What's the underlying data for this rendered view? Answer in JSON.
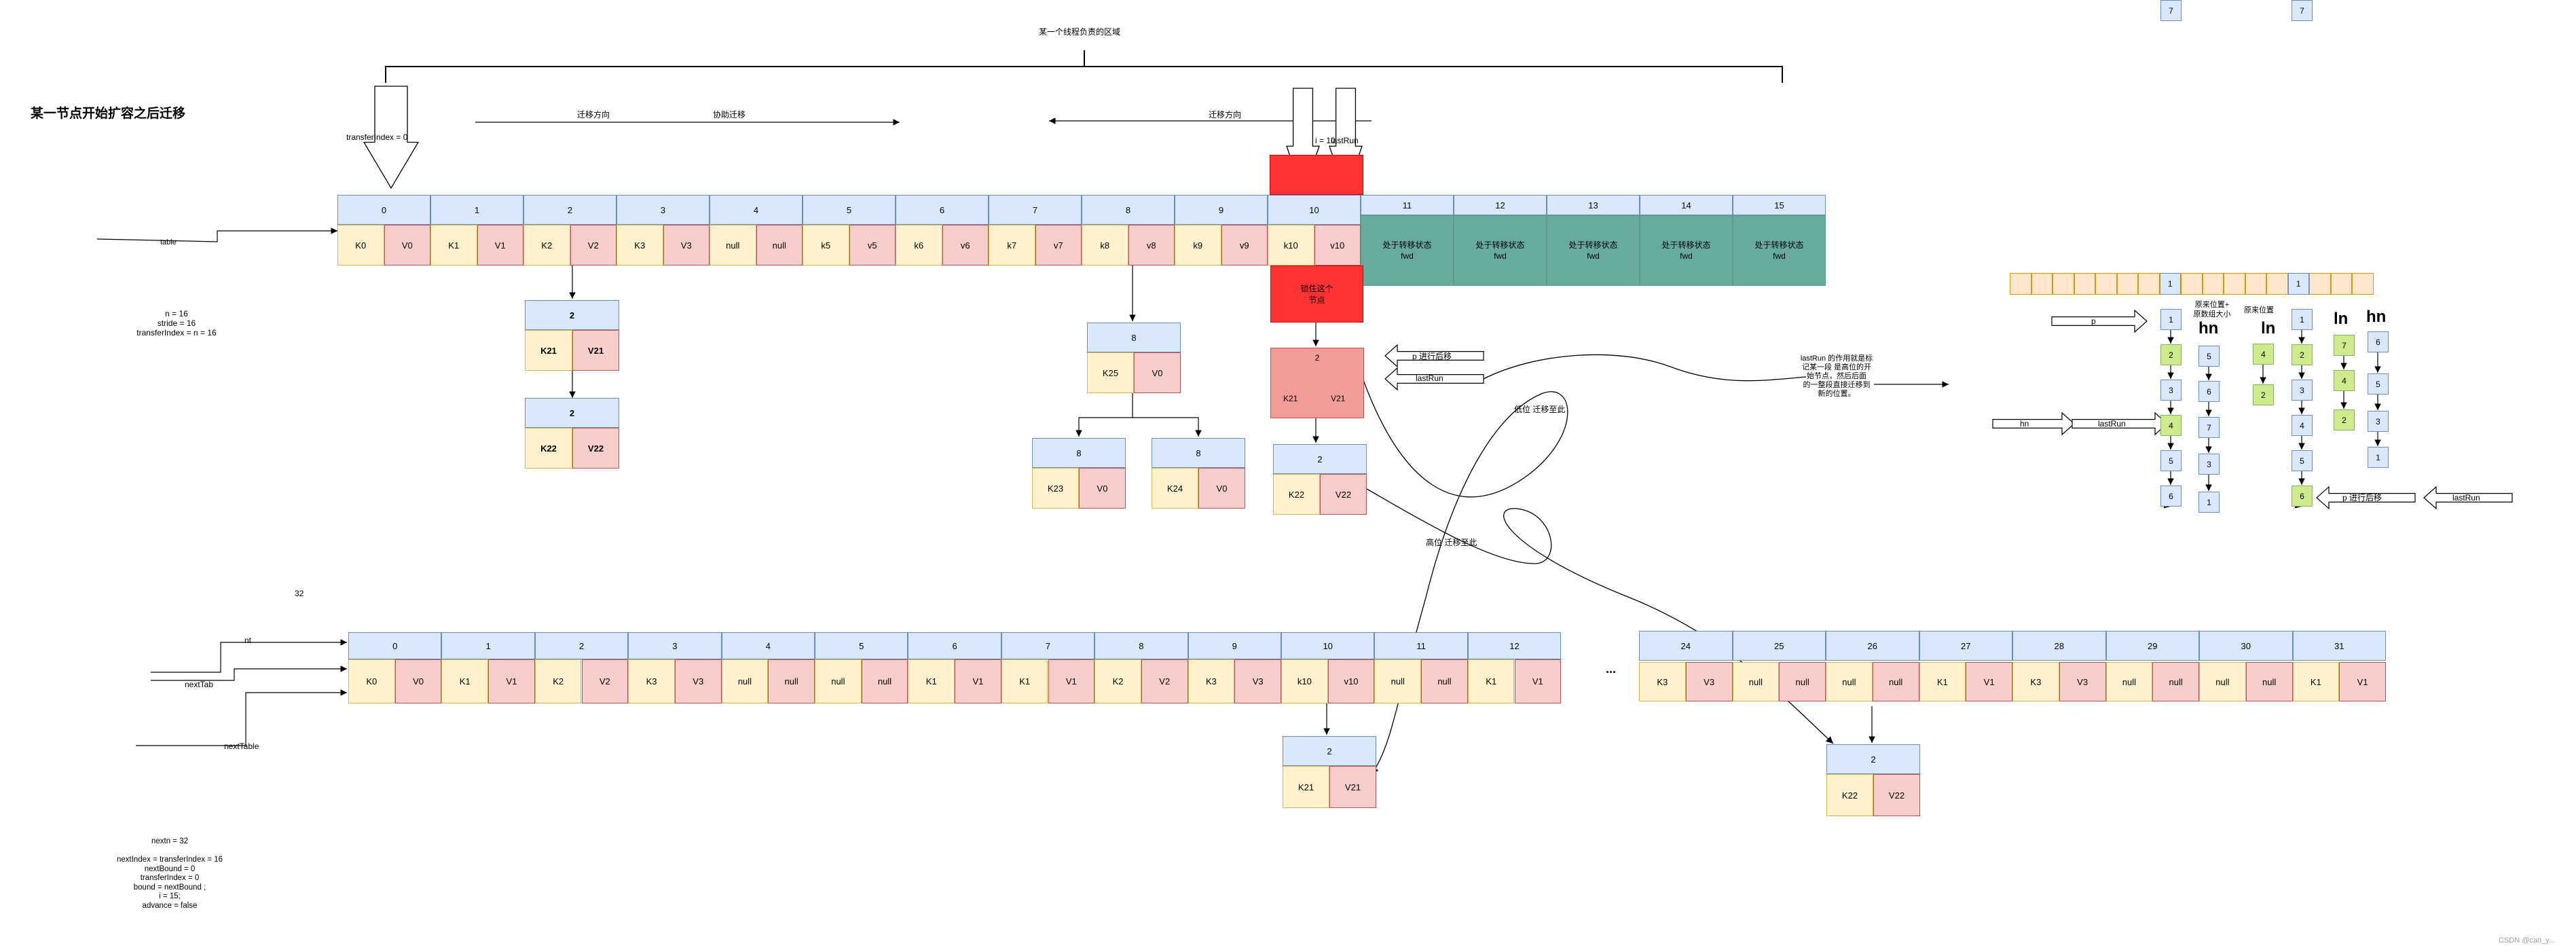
{
  "title": "某一节点开始扩容之后迁移",
  "region_label": "某一个线程负责的区域",
  "transfer_index_label": "transferIndex = 0",
  "migrate_dir_left": "迁移方向",
  "assist_label": "协助迁移",
  "migrate_dir_right": "迁移方向",
  "i_label": "i = 10",
  "lastrun_top": "lastRun",
  "table_label": "table",
  "params": "n = 16\nstride = 16\ntransferIndex = n = 16",
  "table": {
    "indices": [
      "0",
      "1",
      "2",
      "3",
      "4",
      "5",
      "6",
      "7",
      "8",
      "9",
      "10"
    ],
    "keys": [
      "K0",
      "K1",
      "K2",
      "K3",
      "null",
      "k5",
      "k6",
      "k7",
      "k8",
      "k9",
      "k10"
    ],
    "vals": [
      "V0",
      "V1",
      "V2",
      "V3",
      "null",
      "v5",
      "v6",
      "v7",
      "v8",
      "v9",
      "v10"
    ],
    "fwd_indices": [
      "11",
      "12",
      "13",
      "14",
      "15"
    ],
    "fwd_text": "处于转移状态\nfwd"
  },
  "chain2": [
    {
      "h": "2",
      "k": "K21",
      "v": "V21"
    },
    {
      "h": "2",
      "k": "K22",
      "v": "V22"
    }
  ],
  "tree8": [
    {
      "h": "8",
      "k": "K25",
      "v": "V0"
    },
    {
      "h": "8",
      "k": "K23",
      "v": "V0"
    },
    {
      "h": "8",
      "k": "K24",
      "v": "V0"
    }
  ],
  "lock_label": "锁住这个\n节点",
  "chain10": [
    {
      "h": "2",
      "k": "K21",
      "v": "V21"
    },
    {
      "h": "2",
      "k": "K22",
      "v": "V22"
    }
  ],
  "p_move": "p  进行后移",
  "lastrun_mid": "lastRun",
  "low_move": "低位  迁移至此",
  "high_move": "高位  迁移至此",
  "lastrun_explain": "lastRun 的作用就是标\n记某一段  是高位的开\n始节点，然后后面\n的一整段直接迁移到\n新的位置。",
  "count_32": "32",
  "nt_labels": [
    "nt",
    "nextTab",
    "nextTable"
  ],
  "new_table": {
    "indices": [
      "0",
      "1",
      "2",
      "3",
      "4",
      "5",
      "6",
      "7",
      "8",
      "9",
      "10",
      "11",
      "12"
    ],
    "keys": [
      "K0",
      "K1",
      "K2",
      "K3",
      "null",
      "null",
      "K1",
      "K1",
      "K2",
      "K3",
      "k10",
      "null",
      "K1"
    ],
    "vals": [
      "V0",
      "V1",
      "V2",
      "V3",
      "null",
      "null",
      "V1",
      "V1",
      "V2",
      "V3",
      "v10",
      "null",
      "V1"
    ],
    "ellipsis": "...",
    "indices2": [
      "24",
      "25",
      "26",
      "27",
      "28",
      "29",
      "30",
      "31"
    ],
    "keys2": [
      "K3",
      "null",
      "null",
      "K1",
      "K3",
      "null",
      "null",
      "K1"
    ],
    "vals2": [
      "V3",
      "null",
      "null",
      "V1",
      "V3",
      "null",
      "null",
      "V1"
    ]
  },
  "new_chain_low": {
    "h": "2",
    "k": "K21",
    "v": "V21"
  },
  "new_chain_high": {
    "h": "2",
    "k": "K22",
    "v": "V22"
  },
  "bottom_params": "nextn = 32\n\nnextIndex =  transferIndex = 16\nnextBound = 0\ntransferIndex = 0\nbound = nextBound ;\ni = 15;\nadvance = false",
  "right": {
    "col1": [
      "1",
      "2",
      "3",
      "4",
      "5",
      "6",
      "7"
    ],
    "col2": [
      "5",
      "6",
      "7",
      "3",
      "1"
    ],
    "col3": [
      "1",
      "2",
      "3",
      "4",
      "5",
      "6",
      "7"
    ],
    "col4": [
      "4",
      "2"
    ],
    "col5": [
      "7",
      "4",
      "2"
    ],
    "col6": [
      "6",
      "5",
      "3",
      "1"
    ],
    "ln": "ln",
    "hn": "hn",
    "ln2": "ln",
    "hn2": "hn",
    "orig_plus": "原来位置+\n原数组大小",
    "orig": "原来位置",
    "p": "p",
    "hn_arrow": "hn",
    "lastrun_a": "lastRun",
    "p_move2": "p  进行后移",
    "lastrun_b": "lastRun"
  },
  "watermark": "CSDN @can_y..."
}
